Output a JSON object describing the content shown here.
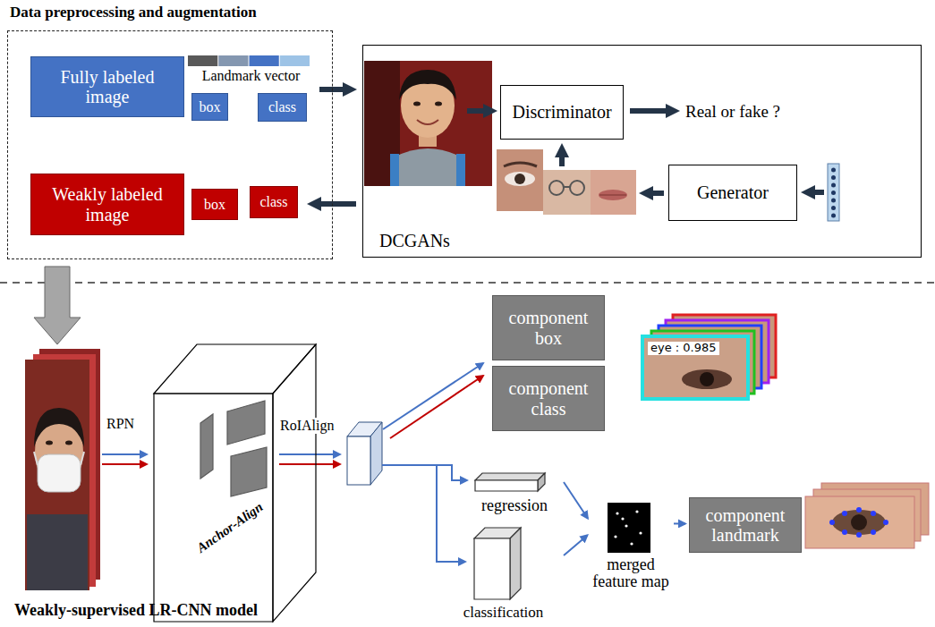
{
  "diagram": {
    "nodes": [
      {
        "text": [
          "Data preprocessing and augmentation"
        ]
      },
      {
        "text": [
          "Fully labeled image"
        ],
        "in": 0
      },
      {
        "text": [
          "Landmark vector"
        ],
        "in": 0
      },
      {
        "text": [
          "box"
        ],
        "in": 0
      },
      {
        "text": [
          "class"
        ],
        "in": 0
      },
      {
        "text": [
          "Weakly labeled image"
        ],
        "in": 0
      },
      {
        "text": [
          "box"
        ],
        "in": 0
      },
      {
        "text": [
          "class"
        ],
        "in": 0
      },
      {
        "text": [
          "DCGANs"
        ]
      },
      {
        "text": [
          "Discriminator"
        ],
        "in": 8
      },
      {
        "text": [
          "Generator"
        ],
        "in": 8
      },
      {
        "text": [
          "Anchor-Align"
        ]
      },
      {
        "text": [
          "component box"
        ]
      },
      {
        "text": [
          "component class"
        ]
      },
      {
        "text": [
          "regression"
        ]
      },
      {
        "text": [
          "classification"
        ]
      },
      {
        "text": [
          "merged feature map"
        ]
      },
      {
        "text": [
          "component landmark"
        ]
      }
    ],
    "edges": [
      {
        "from": 4,
        "to": 8,
        "arrow": "to"
      },
      {
        "from": 8,
        "to": 7,
        "arrow": "to"
      },
      {
        "from": 14,
        "to": 16,
        "arrow": "to"
      },
      {
        "from": 15,
        "to": 16,
        "arrow": "to"
      },
      {
        "from": 16,
        "to": 17,
        "arrow": "to"
      }
    ],
    "labels": [
      "Real or fake ?",
      "RPN",
      "RoIAlign",
      "eye : 0.985",
      "Weakly-supervised LR-CNN model"
    ]
  }
}
